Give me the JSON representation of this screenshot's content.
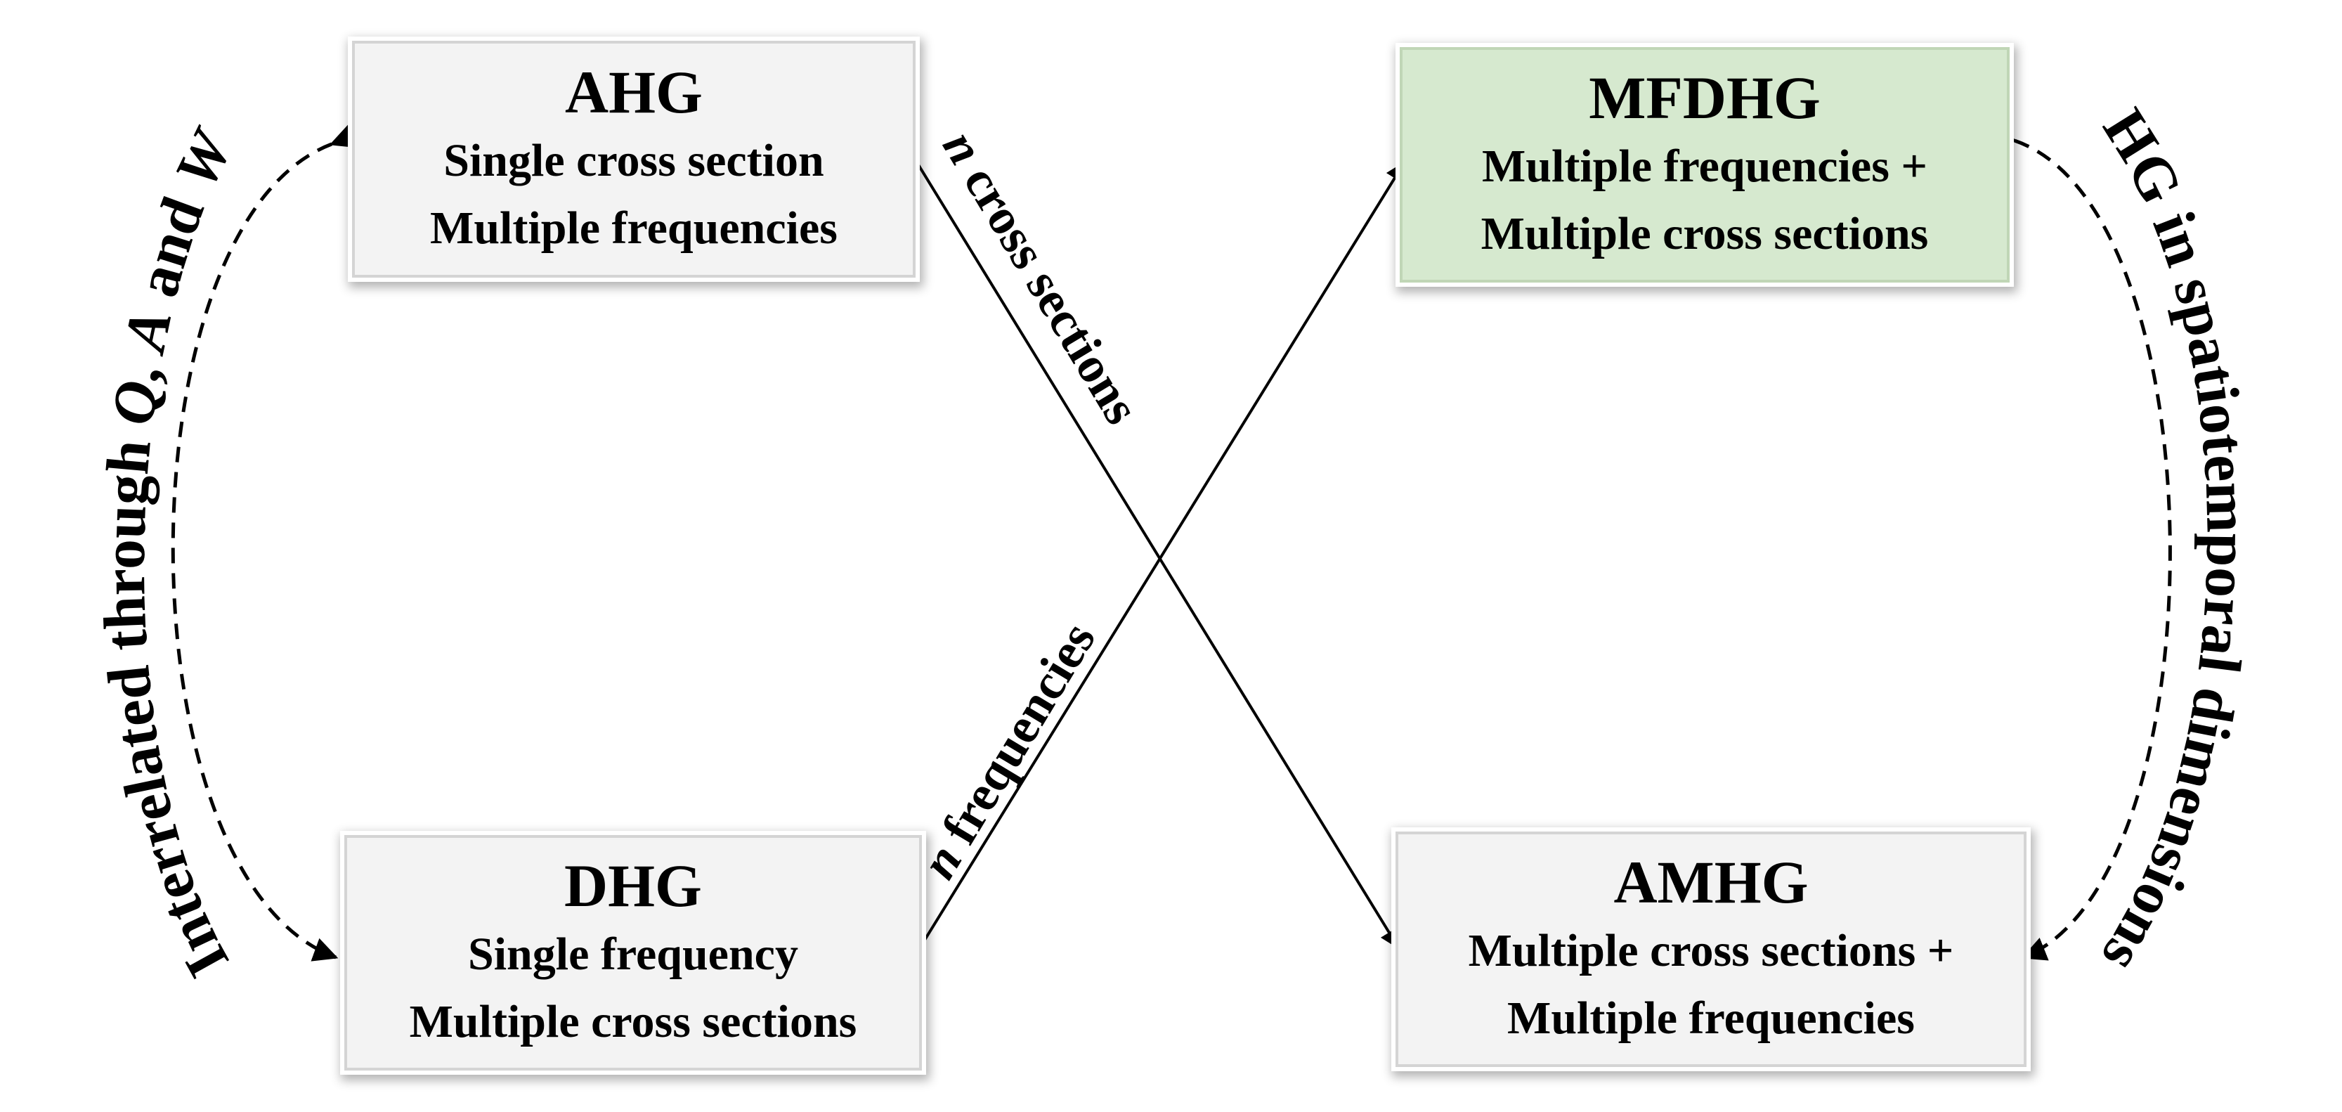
{
  "boxes": {
    "ahg": {
      "title": "AHG",
      "line1": "Single cross section",
      "line2": "Multiple frequencies"
    },
    "dhg": {
      "title": "DHG",
      "line1": "Single frequency",
      "line2": "Multiple cross sections"
    },
    "mfdhg": {
      "title": "MFDHG",
      "line1": "Multiple frequencies +",
      "line2": "Multiple cross sections"
    },
    "amhg": {
      "title": "AMHG",
      "line1": "Multiple cross sections +",
      "line2": "Multiple frequencies"
    }
  },
  "arrows": {
    "cross_sections": {
      "n": "n",
      "text": " cross sections"
    },
    "frequencies": {
      "n": "n",
      "text": " frequencies"
    }
  },
  "side_labels": {
    "left": {
      "prefix": "Interrelated through ",
      "q": "Q",
      "sep1": ", ",
      "a": "A",
      "sep2": " and ",
      "w": "W"
    },
    "right": {
      "text": "HG in spatiotemporal dimensions"
    }
  },
  "colors": {
    "box_fill": "#f3f3f3",
    "highlight_fill": "#d6e9cf",
    "ink": "#000000"
  }
}
